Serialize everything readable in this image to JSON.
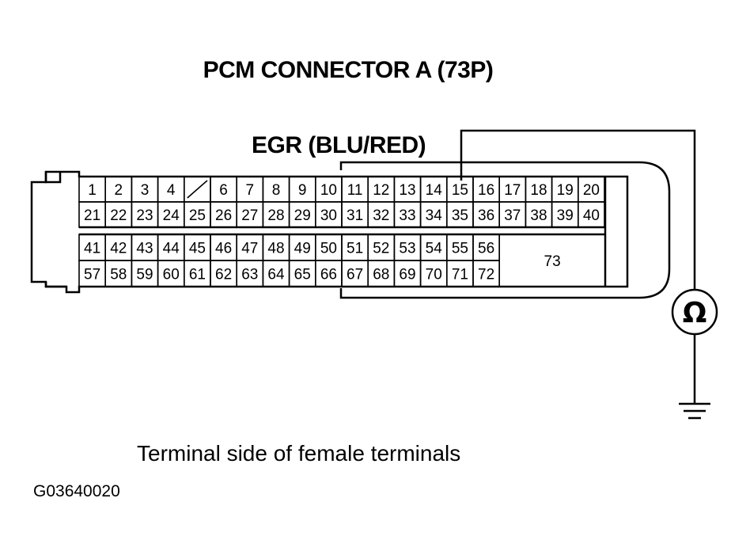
{
  "title": "PCM CONNECTOR A (73P)",
  "wire_label": "EGR (BLU/RED)",
  "caption": "Terminal side of female terminals",
  "figure_code": "G03640020",
  "meter_symbol": "Ω",
  "meter_icon": "ohmmeter-icon",
  "ground_icon": "ground-icon",
  "connector": {
    "row1": [
      "1",
      "2",
      "3",
      "4",
      "",
      "6",
      "7",
      "8",
      "9",
      "10",
      "11",
      "12",
      "13",
      "14",
      "15",
      "16",
      "17",
      "18",
      "19",
      "20"
    ],
    "row2": [
      "21",
      "22",
      "23",
      "24",
      "25",
      "26",
      "27",
      "28",
      "29",
      "30",
      "31",
      "32",
      "33",
      "34",
      "35",
      "36",
      "37",
      "38",
      "39",
      "40"
    ],
    "row3": [
      "41",
      "42",
      "43",
      "44",
      "45",
      "46",
      "47",
      "48",
      "49",
      "50",
      "51",
      "52",
      "53",
      "54",
      "55",
      "56"
    ],
    "row4": [
      "57",
      "58",
      "59",
      "60",
      "61",
      "62",
      "63",
      "64",
      "65",
      "66",
      "67",
      "68",
      "69",
      "70",
      "71",
      "72"
    ],
    "big_terminal": "73"
  }
}
